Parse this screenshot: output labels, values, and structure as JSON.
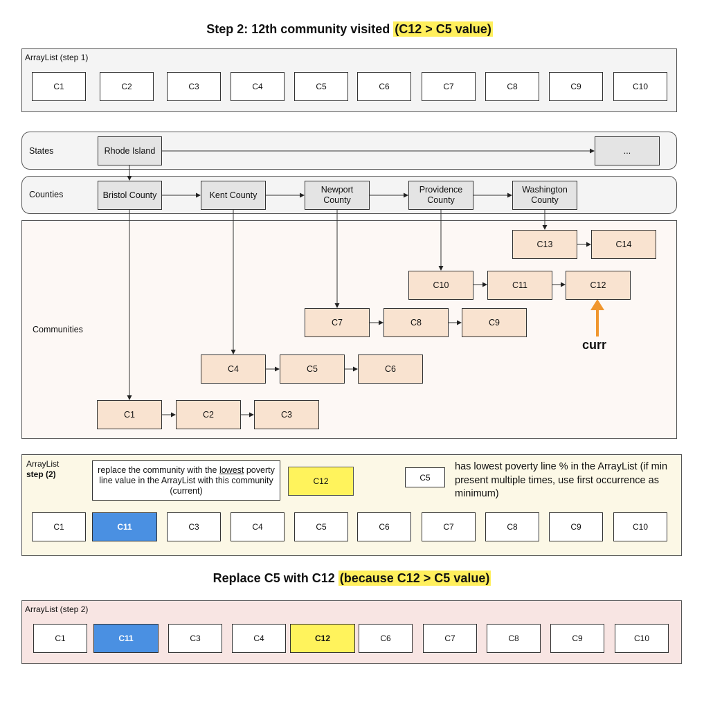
{
  "title_top": {
    "main": "Step 2: 12th community visited ",
    "highlight": "(C12 > C5 value)"
  },
  "arraylist_step1": {
    "label": "ArrayList (step 1)",
    "cells": [
      "C1",
      "C2",
      "C3",
      "C4",
      "C5",
      "C6",
      "C7",
      "C8",
      "C9",
      "C10"
    ]
  },
  "rows": {
    "states": "States",
    "counties": "Counties",
    "communities": "Communities"
  },
  "states": {
    "rhode_island": "Rhode Island",
    "more": "..."
  },
  "counties": {
    "bristol": "Bristol County",
    "kent": "Kent County",
    "newport": "Newport\nCounty",
    "providence": "Providence\nCounty",
    "washington": "Washington\nCounty"
  },
  "communities": {
    "c1": "C1",
    "c2": "C2",
    "c3": "C3",
    "c4": "C4",
    "c5": "C5",
    "c6": "C6",
    "c7": "C7",
    "c8": "C8",
    "c9": "C9",
    "c10": "C10",
    "c11": "C11",
    "c12": "C12",
    "c13": "C13",
    "c14": "C14"
  },
  "curr_label": "curr",
  "step2_panel": {
    "label_line1": "ArrayList",
    "label_line2": "step (2)",
    "note_before": "replace the community with the ",
    "note_underlined": "lowest",
    "note_after": " poverty line value in the ArrayList with this community (current)",
    "incoming": "C12",
    "min_box": "C5",
    "min_note": "has lowest poverty line % in the ArrayList (if min present multiple times, use first occurrence as minimum)",
    "cells": [
      "C1",
      "C11",
      "C3",
      "C4",
      "C5",
      "C6",
      "C7",
      "C8",
      "C9",
      "C10"
    ]
  },
  "title_bottom": {
    "main": "Replace C5 with C12 ",
    "highlight": "(because C12 > C5 value)"
  },
  "arraylist_step2": {
    "label": "ArrayList (step 2)",
    "cells": [
      "C1",
      "C11",
      "C3",
      "C4",
      "C12",
      "C6",
      "C7",
      "C8",
      "C9",
      "C10"
    ]
  },
  "colors": {
    "blue": "#4a90e2",
    "yellow": "#fff35c",
    "peach": "#f9e3d0",
    "orange_arrow": "#f0962e",
    "gray_node": "#e4e4e4"
  }
}
